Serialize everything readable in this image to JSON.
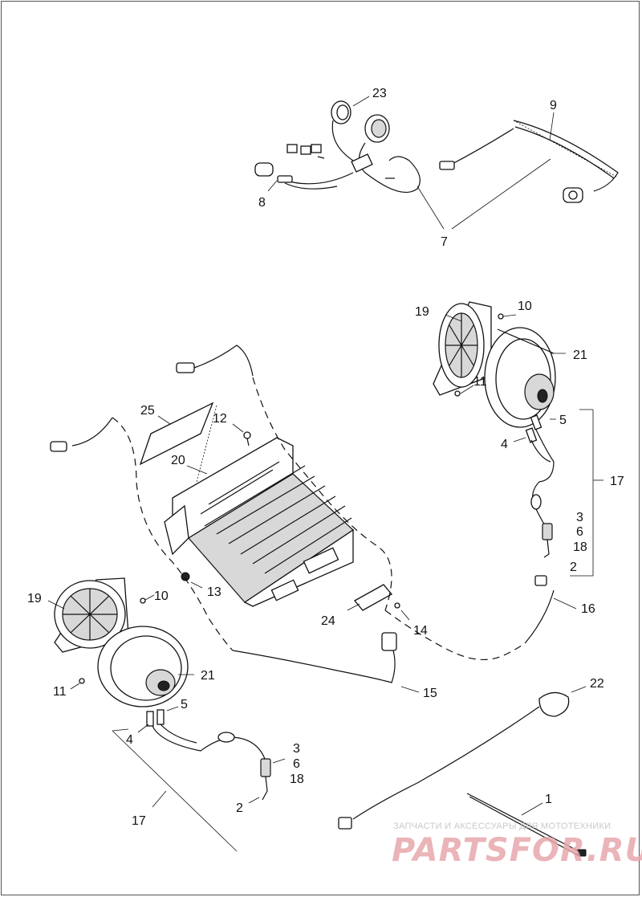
{
  "diagram": {
    "callouts": [
      "1",
      "2",
      "3",
      "4",
      "5",
      "6",
      "7",
      "8",
      "9",
      "10",
      "11",
      "12",
      "13",
      "14",
      "15",
      "16",
      "17",
      "18",
      "19",
      "20",
      "21",
      "22",
      "23",
      "24",
      "25"
    ]
  },
  "labels": {
    "l23": "23",
    "l9": "9",
    "l8": "8",
    "l7": "7",
    "l19a": "19",
    "l10a": "10",
    "l21a": "21",
    "l11a": "11",
    "l5a": "5",
    "l4a": "4",
    "l17a": "17",
    "l3a": "3",
    "l6a": "6",
    "l18a": "18",
    "l2a": "2",
    "l25": "25",
    "l12": "12",
    "l20": "20",
    "l13": "13",
    "l24": "24",
    "l14": "14",
    "l15": "15",
    "l16": "16",
    "l19b": "19",
    "l10b": "10",
    "l21b": "21",
    "l11b": "11",
    "l5b": "5",
    "l4b": "4",
    "l3b": "3",
    "l6b": "6",
    "l18b": "18",
    "l2b": "2",
    "l17b": "17",
    "l22": "22",
    "l1": "1"
  },
  "watermark": {
    "tagline": "ЗАПЧАСТИ И АКСЕССУАРЫ ДЛЯ МОТОТЕХНИКИ",
    "logo": "PARTSFOR.RU"
  }
}
